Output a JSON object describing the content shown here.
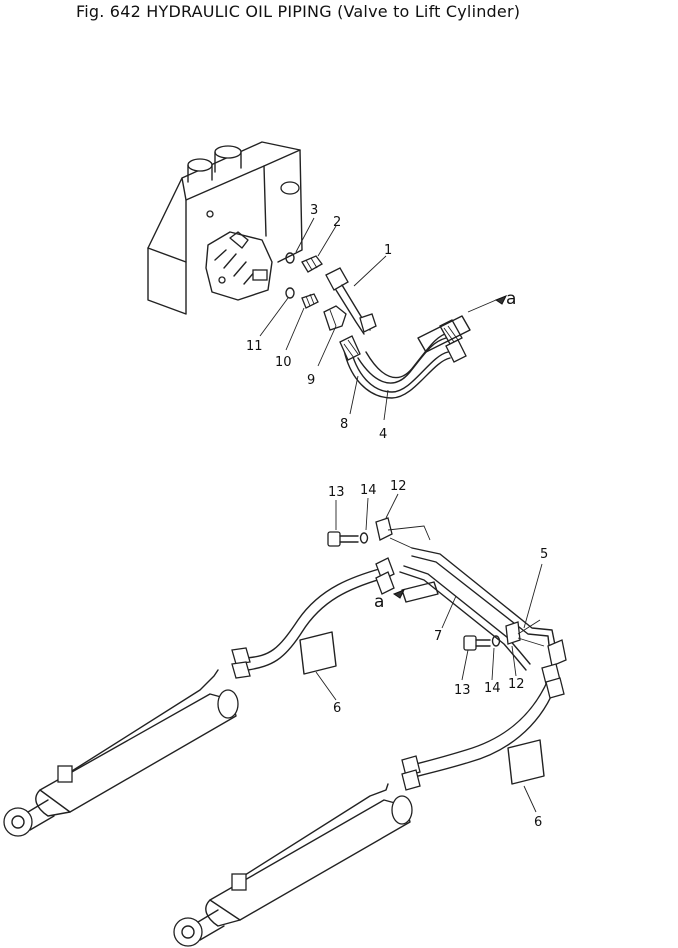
{
  "figure": {
    "title": "Fig. 642   HYDRAULIC OIL PIPING (Valve to Lift Cylinder)"
  },
  "callouts": {
    "c1": "1",
    "c2": "2",
    "c3": "3",
    "c4": "4",
    "c5": "5",
    "c6a": "6",
    "c6b": "6",
    "c7": "7",
    "c8": "8",
    "c9": "9",
    "c10": "10",
    "c11": "11",
    "c12a": "12",
    "c12b": "12",
    "c13a": "13",
    "c13b": "13",
    "c14a": "14",
    "c14b": "14",
    "a_top": "a",
    "a_mid": "a"
  }
}
